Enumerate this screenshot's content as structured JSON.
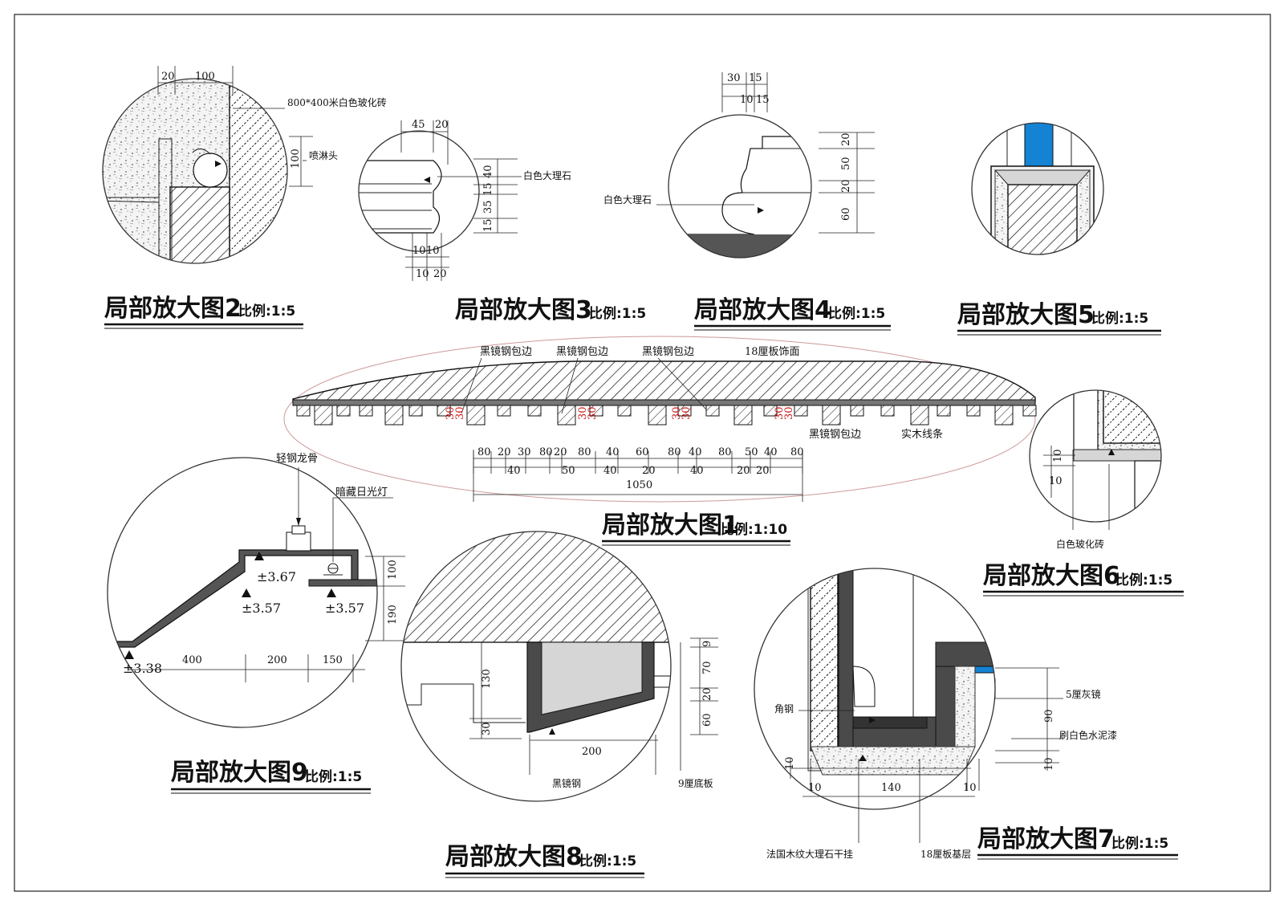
{
  "details": {
    "d2": {
      "title": "局部放大图2",
      "scale": "比例:1:5",
      "labels": {
        "tile": "800*400米白色玻化砖",
        "sprinkler": "喷淋头"
      },
      "dims": {
        "a": "20",
        "b": "100",
        "c": "100"
      }
    },
    "d3": {
      "title": "局部放大图3",
      "scale": "比例:1:5",
      "labels": {
        "marble": "白色大理石"
      },
      "dims": {
        "t1": "45",
        "t2": "20",
        "r1": "40",
        "r2": "15",
        "r3": "35",
        "r4": "15",
        "b1": "10",
        "b2": "10",
        "b3": "10",
        "b4": "20"
      }
    },
    "d4": {
      "title": "局部放大图4",
      "scale": "比例:1:5",
      "labels": {
        "marble": "白色大理石"
      },
      "dims": {
        "t1": "30",
        "t2": "15",
        "t3": "10",
        "t4": "15",
        "r1": "20",
        "r2": "50",
        "r3": "20",
        "r4": "60"
      }
    },
    "d5": {
      "title": "局部放大图5",
      "scale": "比例:1:5"
    },
    "d1": {
      "title": "局部放大图1",
      "scale": "比例:1:10",
      "labels": {
        "edge1": "黑镜钢包边",
        "edge2": "黑镜钢包边",
        "edge3": "黑镜钢包边",
        "board": "18厘板饰面",
        "edge4": "黑镜钢包边",
        "strip": "实木线条"
      },
      "red_dims": [
        "30",
        "30",
        "30",
        "30",
        "30",
        "30",
        "30",
        "30"
      ],
      "dims_top": [
        "80",
        "20",
        "30",
        "80",
        "20",
        "80",
        "40",
        "60",
        "80",
        "40",
        "80",
        "50",
        "40",
        "80"
      ],
      "dims_bottom": [
        "40",
        "50",
        "40",
        "20",
        "40",
        "20",
        "20"
      ],
      "total": "1050"
    },
    "d6": {
      "title": "局部放大图6",
      "scale": "比例:1:5",
      "labels": {
        "tile": "白色玻化砖"
      },
      "dims": {
        "a": "10",
        "b": "10"
      }
    },
    "d9": {
      "title": "局部放大图9",
      "scale": "比例:1:5",
      "labels": {
        "keel": "轻钢龙骨",
        "light": "暗藏日光灯"
      },
      "levels": {
        "l1": "±3.67",
        "l2": "±3.57",
        "l3": "±3.57",
        "l4": "±3.38"
      },
      "dims": {
        "h1": "100",
        "h2": "190",
        "w1": "400",
        "w2": "200",
        "w3": "150"
      }
    },
    "d8": {
      "title": "局部放大图8",
      "scale": "比例:1:5",
      "labels": {
        "steel": "黑镜钢",
        "base": "9厘底板"
      },
      "dims": {
        "v1": "130",
        "v2": "30",
        "w": "200",
        "r1": "9",
        "r2": "70",
        "r3": "20",
        "r4": "60"
      }
    },
    "d7": {
      "title": "局部放大图7",
      "scale": "比例:1:5",
      "labels": {
        "angle": "角钢",
        "mirror": "5厘灰镜",
        "paint": "刷白色水泥漆",
        "marble": "法国木纹大理石干挂",
        "board": "18厘板基层"
      },
      "dims": {
        "v1": "90",
        "v2": "10",
        "v3": "10",
        "w1": "10",
        "w2": "140",
        "w3": "10"
      }
    }
  }
}
